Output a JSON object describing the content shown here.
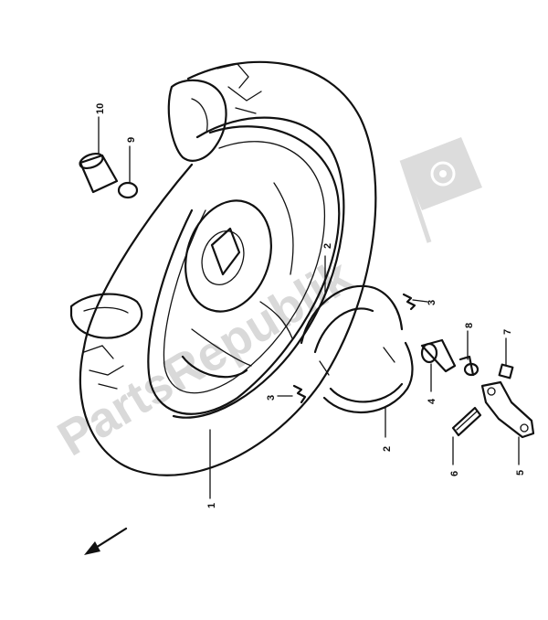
{
  "watermark": {
    "text": "PartsRepublik",
    "color": "#d9d9d9"
  },
  "callouts": [
    {
      "id": "p1",
      "label": "1"
    },
    {
      "id": "p2a",
      "label": "2"
    },
    {
      "id": "p2b",
      "label": "2"
    },
    {
      "id": "p3a",
      "label": "3"
    },
    {
      "id": "p3b",
      "label": "3"
    },
    {
      "id": "p4",
      "label": "4"
    },
    {
      "id": "p5",
      "label": "5"
    },
    {
      "id": "p6",
      "label": "6"
    },
    {
      "id": "p7",
      "label": "7"
    },
    {
      "id": "p8",
      "label": "8"
    },
    {
      "id": "p9",
      "label": "9"
    },
    {
      "id": "p10",
      "label": "10"
    }
  ],
  "icons": {
    "front_arrow": "arrow-down-left-icon",
    "watermark_logo": "gear-flag-icon"
  }
}
